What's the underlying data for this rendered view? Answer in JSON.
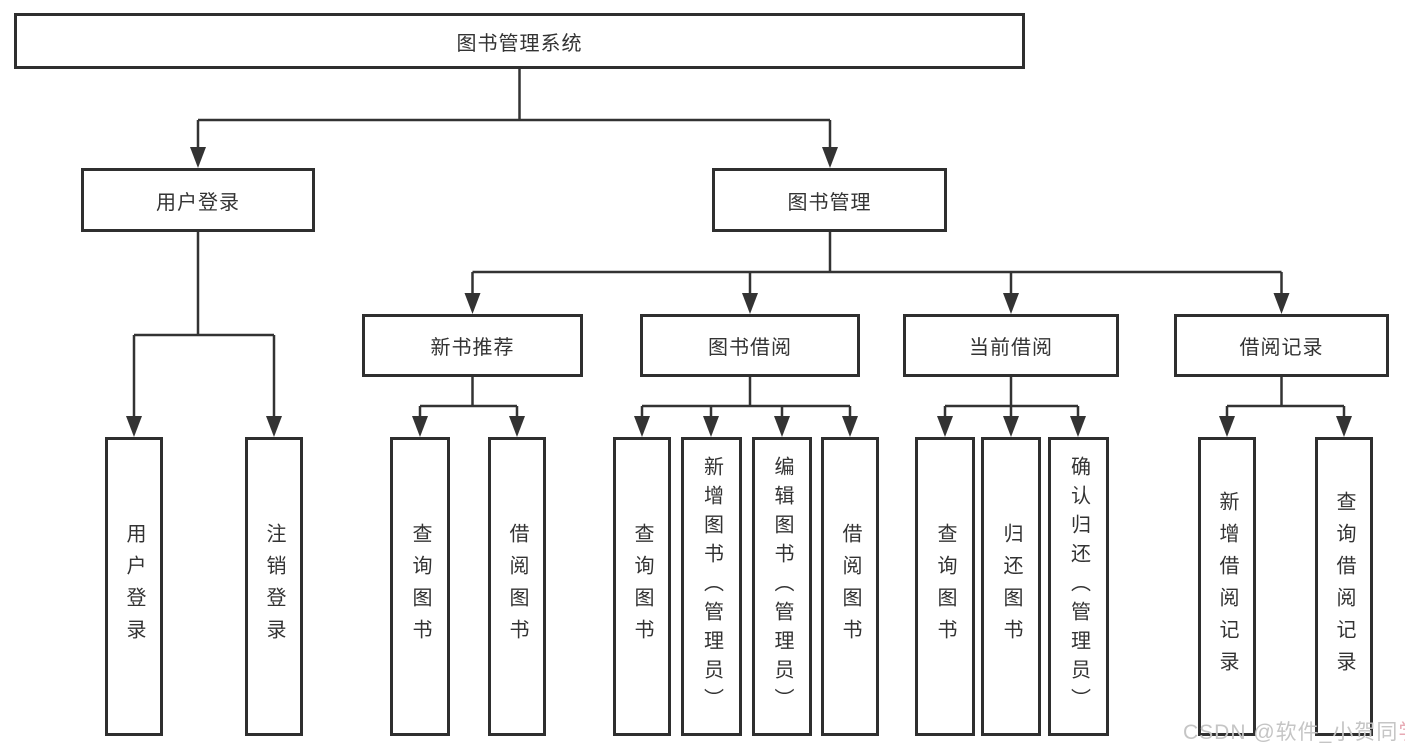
{
  "diagram": {
    "root": {
      "label": "图书管理系统"
    },
    "branches": [
      {
        "label": "用户登录",
        "children": [
          {
            "label": "用户登录"
          },
          {
            "label": "注销登录"
          }
        ]
      },
      {
        "label": "图书管理",
        "children": [
          {
            "label": "新书推荐",
            "children": [
              {
                "label": "查询图书"
              },
              {
                "label": "借阅图书"
              }
            ]
          },
          {
            "label": "图书借阅",
            "children": [
              {
                "label": "查询图书"
              },
              {
                "label": "新增图书（管理员）"
              },
              {
                "label": "编辑图书（管理员）"
              },
              {
                "label": "借阅图书"
              }
            ]
          },
          {
            "label": "当前借阅",
            "children": [
              {
                "label": "查询图书"
              },
              {
                "label": "归还图书"
              },
              {
                "label": "确认归还（管理员）"
              }
            ]
          },
          {
            "label": "借阅记录",
            "children": [
              {
                "label": "新增借阅记录"
              },
              {
                "label": "查询借阅记录"
              }
            ]
          }
        ]
      }
    ]
  },
  "watermark": {
    "text_gray": "CSDN @软件_小贺同",
    "text_pink": "学"
  },
  "colors": {
    "line": "#333333",
    "box_border": "#2f2f2f",
    "box_background": "#ffffff",
    "text": "#333333",
    "watermark_gray": "#c5c5c5",
    "watermark_pink": "#e7aab4"
  }
}
